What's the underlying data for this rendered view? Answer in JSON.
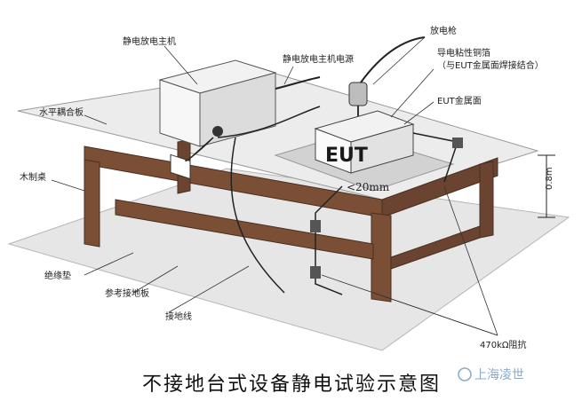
{
  "labels": {
    "esd_main_unit": "静电放电主机",
    "esd_power": "静电放电主机电源",
    "esd_gun": "放电枪",
    "conductive_foil_1": "导电粘性铜箔",
    "conductive_foil_2": "（与EUT金属面焊接结合）",
    "eut_metal_face": "EUT金属面",
    "horizontal_coupling_plane": "水平耦合板",
    "wooden_table": "木制桌",
    "insulating_mat": "绝缘垫",
    "reference_ground_plane": "参考接地板",
    "ground_wire": "接地线",
    "resistor": "470kΩ阻抗",
    "height": "0.8m",
    "distance": "<20mm",
    "eut_box": "EUT"
  },
  "caption": "不接地台式设备静电试验示意图",
  "watermark": "上海凌世"
}
